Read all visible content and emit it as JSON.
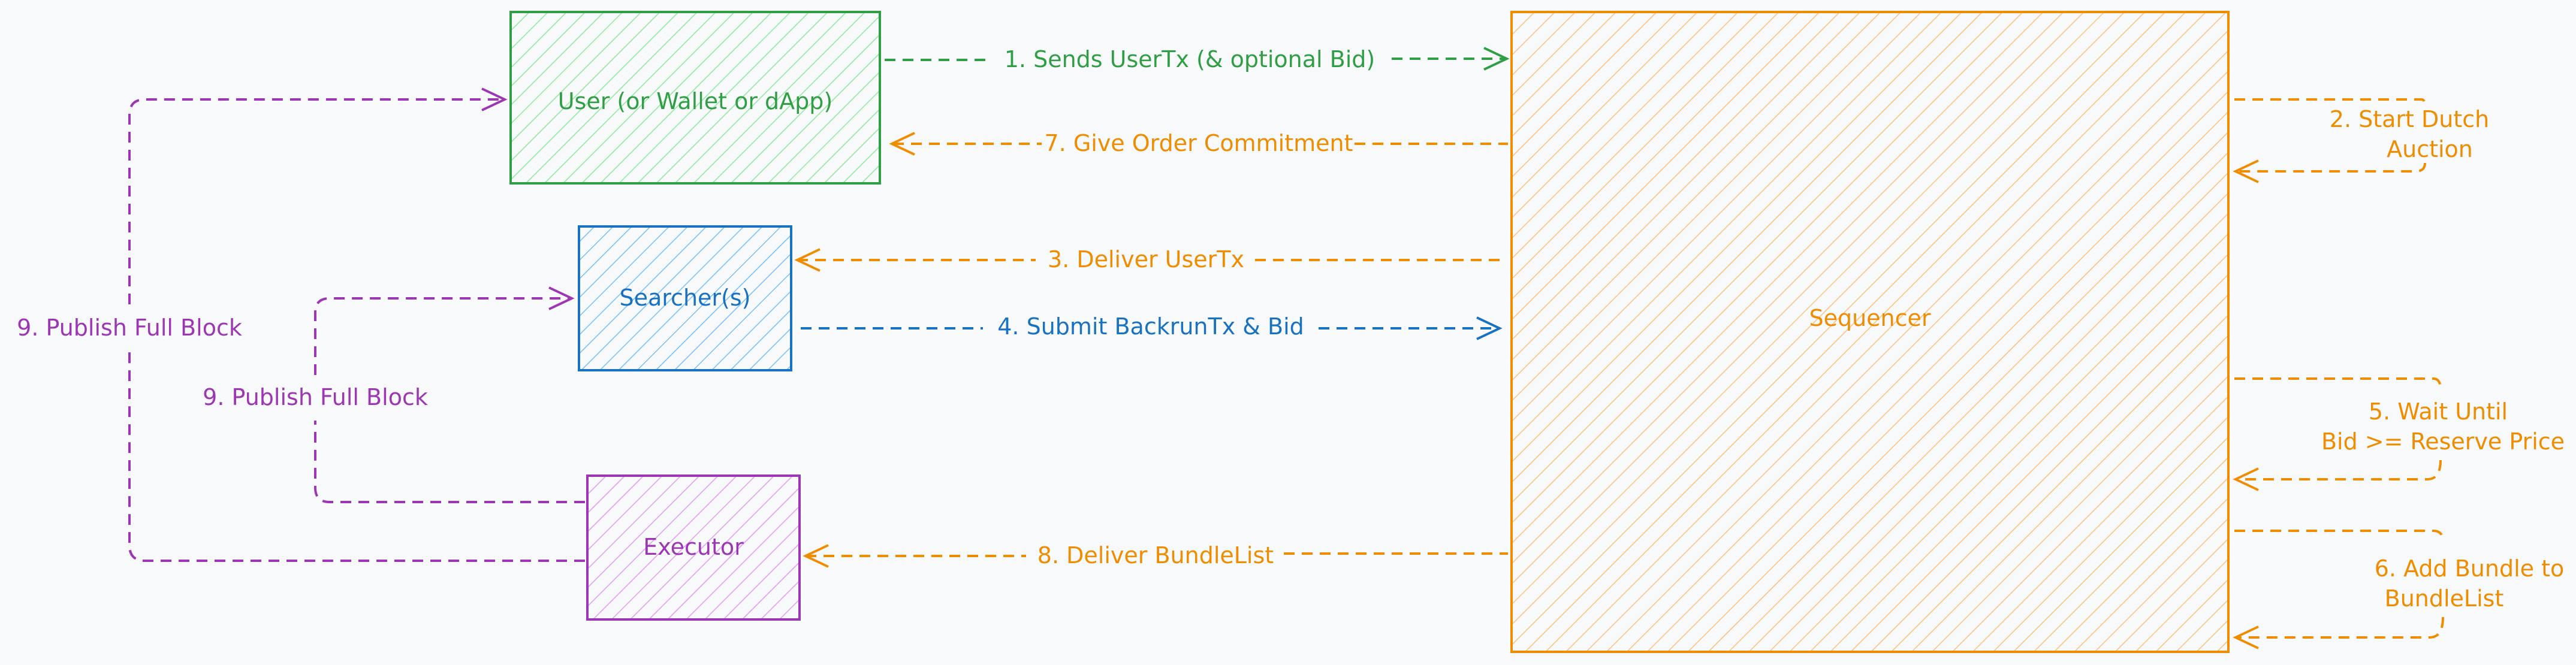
{
  "colors": {
    "green": "#2f9e44",
    "green_fill": "#b2f2bb",
    "blue": "#1971c2",
    "blue_fill": "#a5d8ff",
    "orange": "#f08c00",
    "orange_fill": "#ffd8a8",
    "purple": "#9c36b5",
    "purple_fill": "#eebefa",
    "background": "#f8f9fa"
  },
  "nodes": {
    "user": "User (or Wallet or dApp)",
    "searcher": "Searcher(s)",
    "executor": "Executor",
    "sequencer": "Sequencer"
  },
  "edges": {
    "e1": "1. Sends UserTx (& optional Bid)",
    "e2_line1": "2. Start Dutch",
    "e2_line2": "Auction",
    "e3": "3. Deliver UserTx",
    "e4": "4. Submit BackrunTx & Bid",
    "e5_line1": "5. Wait Until",
    "e5_line2": "Bid >= Reserve Price",
    "e6_line1": "6. Add Bundle to",
    "e6_line2": "BundleList",
    "e7": "7. Give Order Commitment",
    "e8": "8. Deliver BundleList",
    "e9_outer": "9. Publish Full Block",
    "e9_inner": "9. Publish Full Block"
  }
}
